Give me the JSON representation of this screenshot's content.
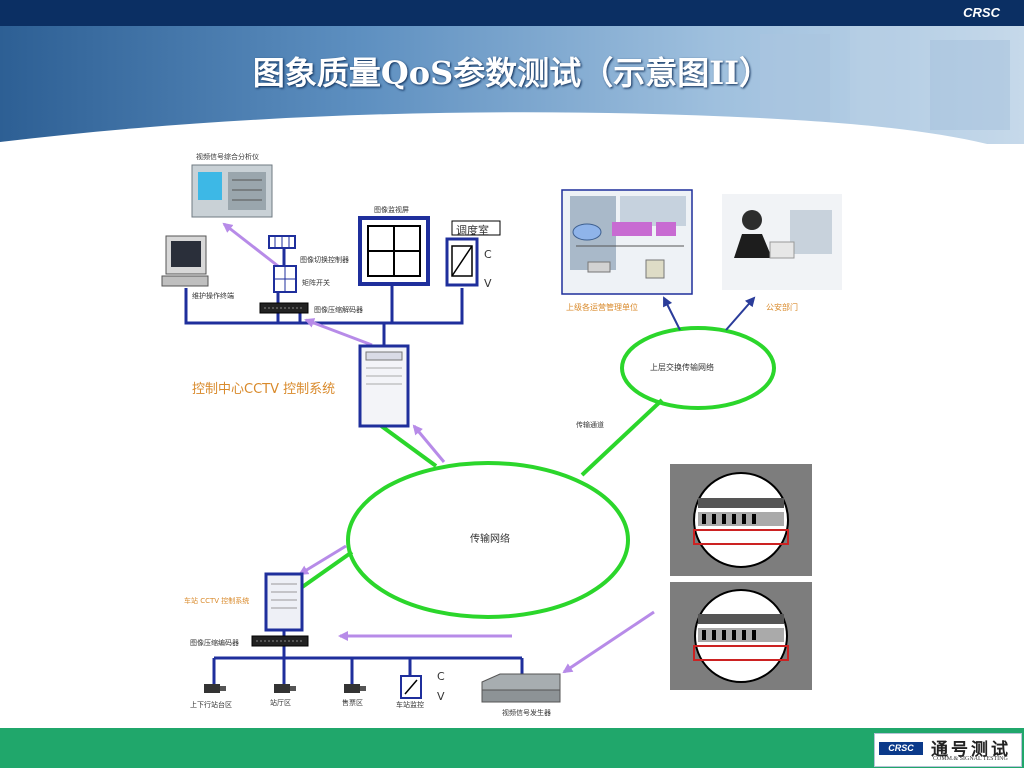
{
  "brand": "CRSC",
  "title": "图象质量QoS参数测试（示意图II）",
  "footer_logo": {
    "box": "CRSC",
    "cn": "通号测试",
    "en": "COMM.& SIGNAL TESTING"
  },
  "labels": {
    "analyzer": "视频信号综合分析仪",
    "monitor_screen": "图像监视屏",
    "dispatch_room": "调度室",
    "c_top": "C",
    "v_top": "V",
    "switch_controller": "图像切换控制器",
    "matrix_switch": "矩阵开关",
    "maint_terminal": "维护操作终端",
    "decoder": "图像压缩解码器",
    "control_center": "控制中心CCTV 控制系统",
    "upper_mgmt": "上级各运营管理单位",
    "police": "公安部门",
    "upper_network": "上层交换传输网络",
    "transmission_channel": "传输通道",
    "network": "传输网络",
    "station_cctv": "车站 CCTV 控制系统",
    "encoder": "图像压缩编码器",
    "platform": "上下行站台区",
    "hall": "站厅区",
    "ticket": "售票区",
    "station_monitor": "车站监控",
    "c_bottom": "C",
    "v_bottom": "V",
    "signal_generator": "视频信号发生器"
  },
  "colors": {
    "network": "#2bd62b",
    "wire": "#1f2f9c",
    "arrow": "#b78be8",
    "flow": "#2a3c9a"
  }
}
